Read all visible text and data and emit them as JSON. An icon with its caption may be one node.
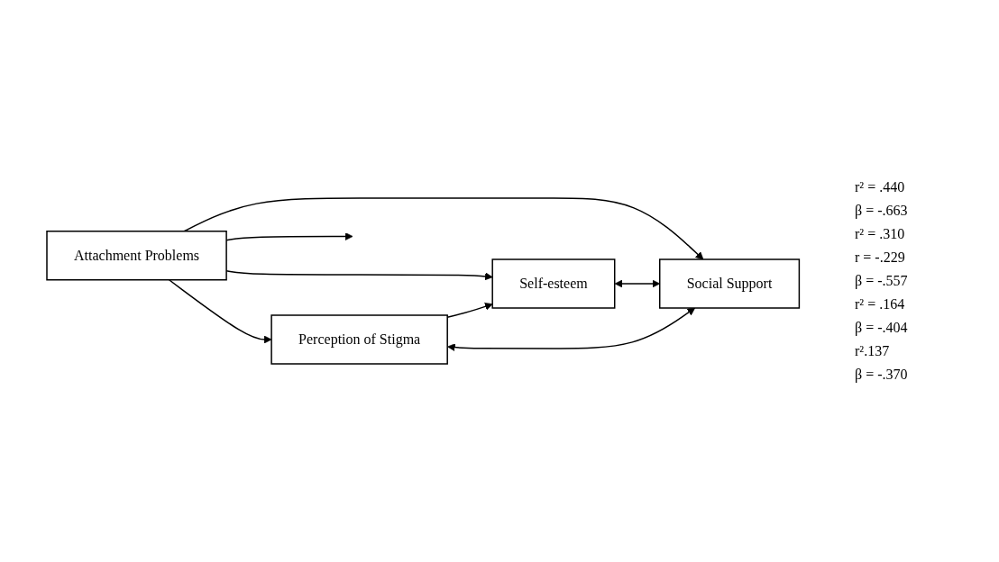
{
  "diagram": {
    "nodes": [
      {
        "text": [
          "Self-esteem"
        ]
      },
      {
        "text": [
          "Attachment Problems"
        ]
      },
      {
        "text": [
          "Social Support"
        ]
      },
      {
        "text": [
          "Perception of Stigma"
        ]
      }
    ],
    "edges": [
      {
        "from": 1,
        "to": 0,
        "arrow": "to"
      },
      {
        "from": 1,
        "to": null,
        "arrow": "to"
      },
      {
        "from": 3,
        "to": 0,
        "arrow": "to"
      },
      {
        "from": 1,
        "to": 3,
        "arrow": "to"
      },
      {
        "from": 1,
        "to": 2,
        "arrow": "to"
      },
      {
        "from": 0,
        "to": 2,
        "arrow": "both"
      },
      {
        "from": 3,
        "to": 2,
        "arrow": "both"
      }
    ],
    "labels": [
      "r² = .440",
      "β = -.663",
      "r² = .310",
      "r = -.229",
      "β = -.557",
      "r² = .164",
      "β = -.404",
      "r².137",
      "β = -.370"
    ]
  }
}
